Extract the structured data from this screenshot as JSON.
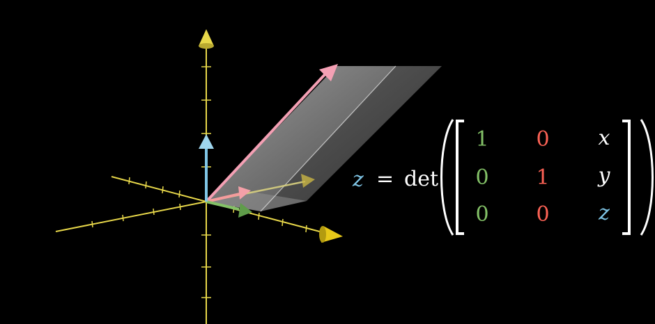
{
  "equation": {
    "lhs": "z",
    "equals": "=",
    "operator": "det",
    "matrix": [
      [
        "1",
        "0",
        "x"
      ],
      [
        "0",
        "1",
        "y"
      ],
      [
        "0",
        "0",
        "z"
      ]
    ]
  },
  "colors": {
    "background": "#000000",
    "axis": "#e8d84a",
    "i_hat_green": "#83c167",
    "j_hat_red": "#fc6255",
    "k_hat_blue": "#7fc5e6",
    "input_vector_pink": "#f4a0b4",
    "text_white": "#ffffff",
    "parallelepiped": "#bfbfbf"
  }
}
